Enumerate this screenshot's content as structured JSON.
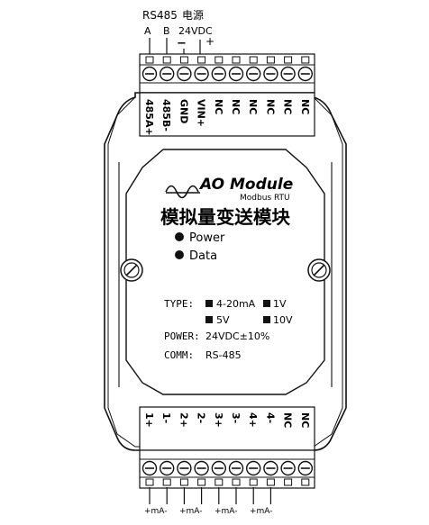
{
  "top_labels": {
    "protocol": "RS485",
    "power_cn": "电源",
    "line_a": "A",
    "line_b": "B",
    "voltage": "24VDC",
    "minus": "−",
    "plus": "+"
  },
  "top_terminals": [
    "485A+",
    "485B-",
    "GND",
    "VIN+",
    "NC",
    "NC",
    "NC",
    "NC",
    "NC",
    "NC"
  ],
  "module": {
    "brand": "AO Module",
    "subtitle": "Modbus RTU",
    "title_cn": "模拟量变送模块",
    "led_power": "Power",
    "led_data": "Data"
  },
  "specs": {
    "type_label": "TYPE:",
    "type_options": [
      "4-20mA",
      "1V",
      "5V",
      "10V"
    ],
    "power_label": "POWER:",
    "power_value": "24VDC±10%",
    "comm_label": "COMM:",
    "comm_value": "RS-485"
  },
  "bottom_terminals": [
    "1+",
    "1-",
    "2+",
    "2-",
    "3+",
    "3-",
    "4+",
    "4-",
    "NC",
    "NC"
  ],
  "bottom_labels": [
    "+mA-",
    "+mA-",
    "+mA-",
    "+mA-"
  ]
}
